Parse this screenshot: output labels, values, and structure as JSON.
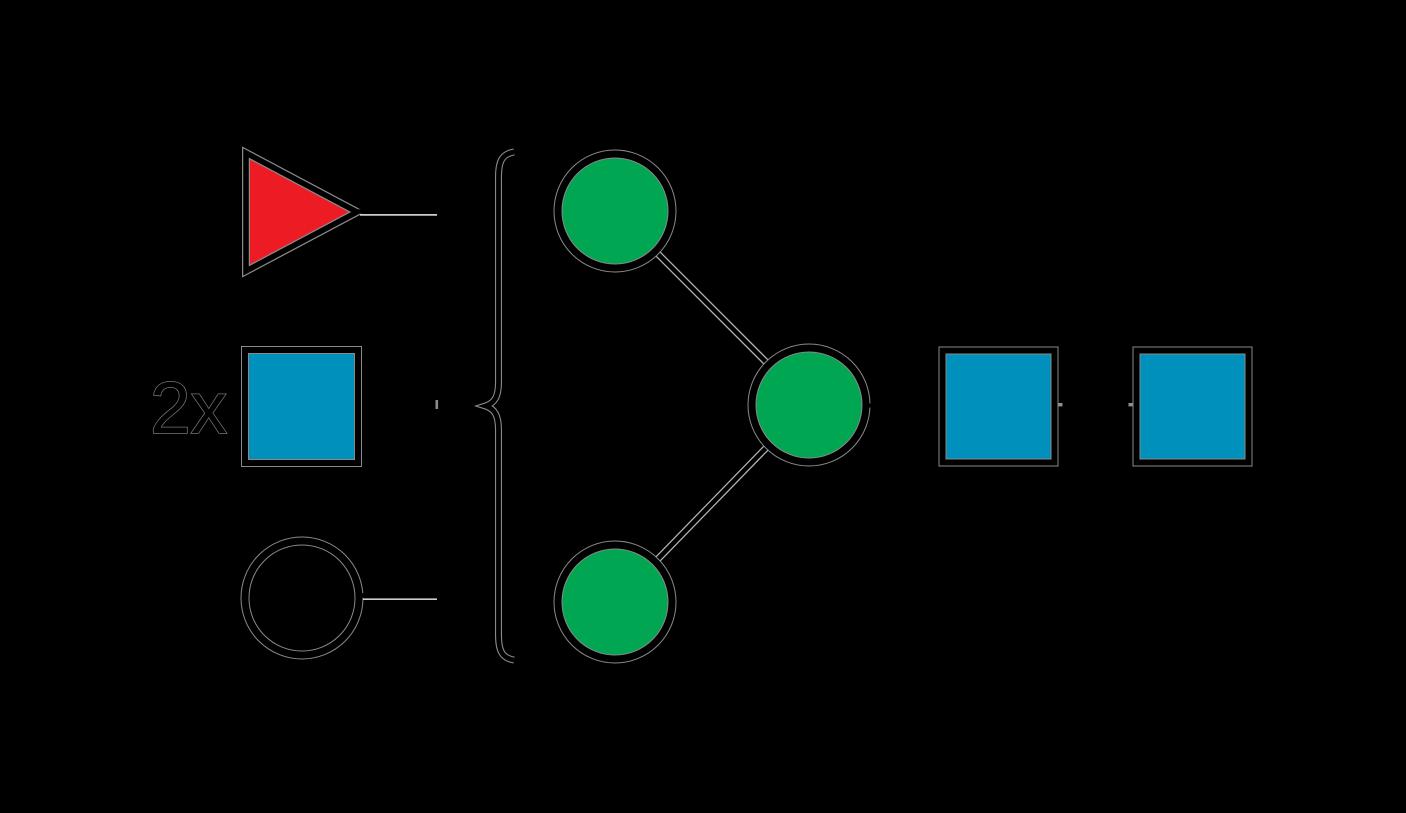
{
  "background": "#000000",
  "label": {
    "multiplier": "2x"
  },
  "colors": {
    "fucose_red": "#ED1C24",
    "glcnac_blue": "#0090BC",
    "mannose_green": "#00A651",
    "hexose_fill": "none",
    "outline": "#000000",
    "halo_gray": "#8a8a8a",
    "edge_light_gray": "#cccccc"
  },
  "structure": {
    "left_group_residues": [
      "fucose-triangle",
      "glcnac-square",
      "hexose-circle"
    ],
    "core_residues": [
      "mannose-circle",
      "mannose-circle",
      "mannose-circle",
      "glcnac-square",
      "glcnac-square"
    ],
    "grouping": "left residues attach via brace to trimannosyl core"
  }
}
